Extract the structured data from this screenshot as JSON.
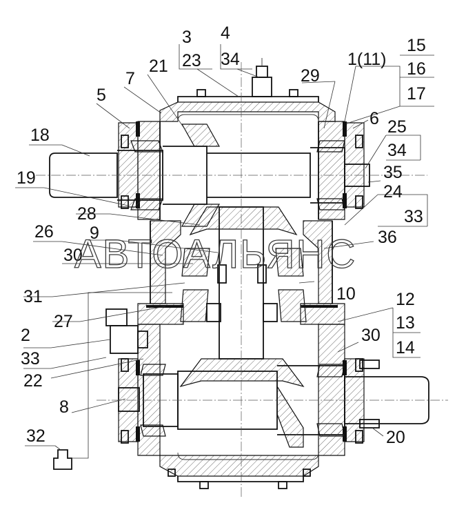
{
  "watermark": "АВТОАЛЬЯНС",
  "labels": {
    "l1": "1(11)",
    "l2": "2",
    "l3": "3",
    "l4": "4",
    "l5": "5",
    "l6": "6",
    "l7": "7",
    "l8": "8",
    "l9": "9",
    "l10": "10",
    "l12": "12",
    "l13": "13",
    "l14": "14",
    "l15": "15",
    "l16": "16",
    "l17": "17",
    "l18": "18",
    "l19": "19",
    "l20": "20",
    "l21": "21",
    "l22": "22",
    "l23": "23",
    "l24": "24",
    "l25": "25",
    "l26": "26",
    "l27": "27",
    "l28": "28",
    "l29": "29",
    "l30a": "30",
    "l30b": "30",
    "l31": "31",
    "l32": "32",
    "l33a": "33",
    "l33b": "33",
    "l34a": "34",
    "l34b": "34",
    "l35": "35",
    "l36": "36"
  }
}
